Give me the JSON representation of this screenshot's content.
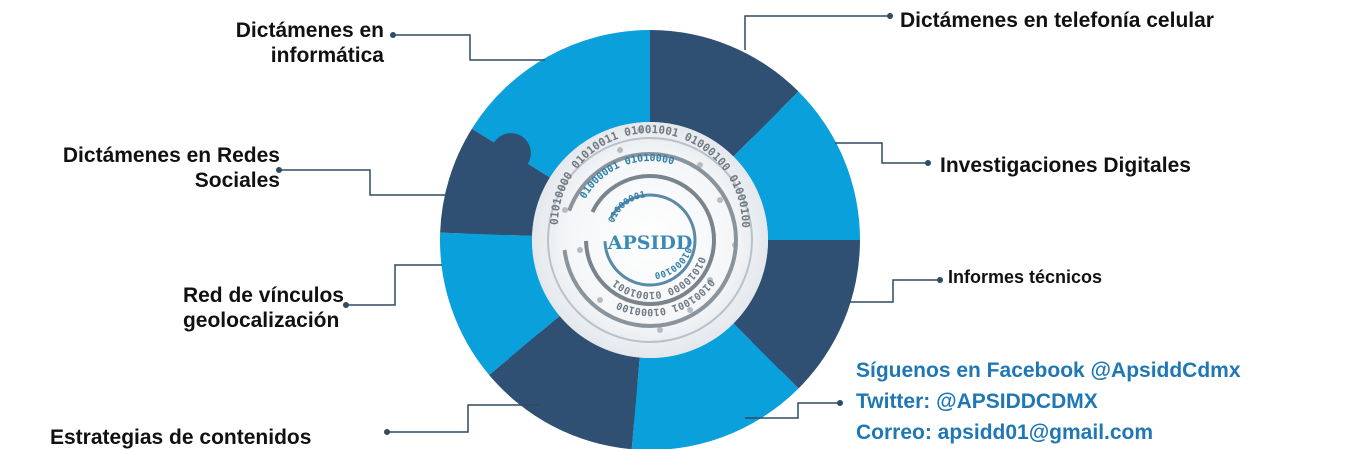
{
  "colors": {
    "light": "#0aa0dc",
    "dark": "#2f5073",
    "line": "#2f4a63",
    "contact": "#1f77b4",
    "text": "#111111"
  },
  "center": {
    "logo": "APSIDD",
    "ring1": "01010000 01010011 01001001 01000100 01000100",
    "ring2": "01000001 01010000",
    "ring3": "01010000 01001001",
    "ring4": "01000001",
    "ring5": "01001001 01000100",
    "ring6": "01000100"
  },
  "labels": {
    "informatica": [
      "Dictámenes en",
      "informática"
    ],
    "redes": [
      "Dictámenes en Redes",
      "Sociales"
    ],
    "vinculos": [
      "Red de vínculos",
      "geolocalización"
    ],
    "estrategias": "Estrategias de contenidos",
    "telefonia": "Dictámenes en telefonía celular",
    "investigaciones": "Investigaciones Digitales",
    "informes": "Informes técnicos"
  },
  "contact": {
    "facebook": "Síguenos en Facebook @ApsiddCdmx",
    "twitter": "Twitter: @APSIDDCDMX",
    "correo": "Correo: apsidd01@gmail.com"
  }
}
